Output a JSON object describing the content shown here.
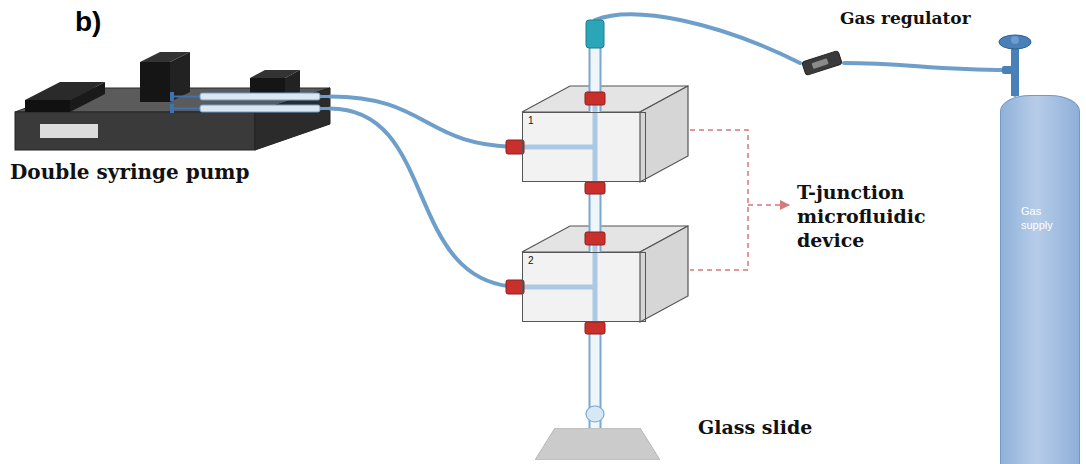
{
  "diagram": {
    "nodes": [
      {
        "text": [
          "Double syringe pump"
        ]
      },
      {
        "text": [
          "1"
        ]
      },
      {
        "text": [
          "2"
        ]
      },
      {
        "text": [
          "Gas regulator"
        ]
      },
      {
        "text": [
          "Gas supply"
        ]
      },
      {
        "text": [
          "Glass slide"
        ]
      }
    ],
    "edges": [
      {
        "from": 0,
        "to": 1,
        "arrow": "none"
      },
      {
        "from": 0,
        "to": 2,
        "arrow": "none"
      },
      {
        "from": 4,
        "to": 3,
        "arrow": "none"
      },
      {
        "from": 3,
        "to": 1,
        "arrow": "none"
      },
      {
        "from": 1,
        "to": 2,
        "arrow": "none"
      },
      {
        "from": 2,
        "to": 5,
        "arrow": "none"
      }
    ],
    "labels": [
      "b)",
      "T-junction microfluidic device"
    ]
  }
}
